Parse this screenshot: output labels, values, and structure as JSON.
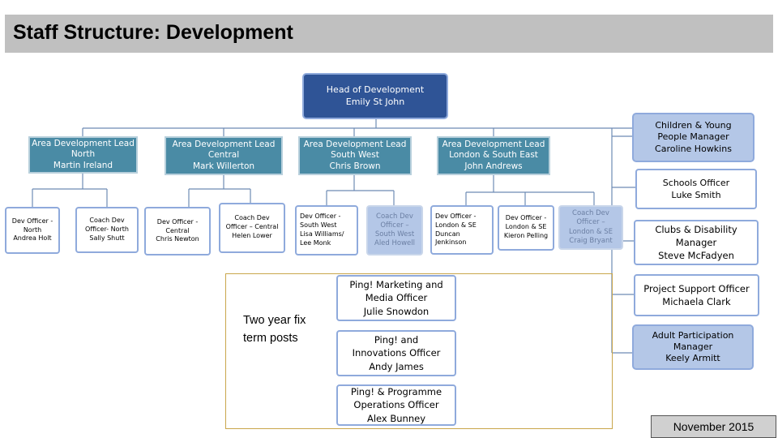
{
  "title": "Staff Structure: Development",
  "head": {
    "role": "Head of Development",
    "name": "Emily St John"
  },
  "area_leads": [
    {
      "role": "Area Development Lead",
      "region": "North",
      "name": "Martin Ireland"
    },
    {
      "role": "Area Development Lead",
      "region": "Central",
      "name": "Mark Willerton"
    },
    {
      "role": "Area Development Lead",
      "region": "South West",
      "name": "Chris Brown"
    },
    {
      "role": "Area Development Lead",
      "region": "London & South East",
      "name": "John Andrews"
    }
  ],
  "officers": [
    {
      "lines": [
        "Dev Officer -",
        "North",
        "Andrea Holt"
      ]
    },
    {
      "lines": [
        "Coach Dev",
        "Officer- North",
        "Sally Shutt"
      ]
    },
    {
      "lines": [
        "Dev Officer -",
        "Central",
        "Chris Newton"
      ]
    },
    {
      "lines": [
        "Coach Dev",
        "Officer – Central",
        "Helen Lower"
      ]
    },
    {
      "lines": [
        "Dev Officer -",
        "South West",
        "Lisa Williams/",
        "Lee Monk"
      ]
    },
    {
      "lines": [
        "Coach Dev",
        "Officer –",
        "South West",
        "Aled Howell"
      ]
    },
    {
      "lines": [
        "Dev Officer -",
        "London & SE",
        "Duncan Jenkinson"
      ]
    },
    {
      "lines": [
        "Dev Officer -",
        "London & SE",
        "Kieron Pelling"
      ]
    },
    {
      "lines": [
        "Coach Dev",
        "Officer –",
        "London & SE",
        "Craig Bryant"
      ]
    }
  ],
  "right_column": [
    {
      "lines": [
        "Children & Young",
        "People Manager",
        "Caroline Howkins"
      ]
    },
    {
      "lines": [
        "Schools Officer",
        "Luke Smith"
      ]
    },
    {
      "lines": [
        "Clubs & Disability",
        "Manager",
        "Steve McFadyen"
      ]
    },
    {
      "lines": [
        "Project Support Officer",
        "Michaela Clark"
      ]
    },
    {
      "lines": [
        "Adult Participation",
        "Manager",
        "Keely Armitt"
      ]
    }
  ],
  "ping": [
    {
      "lines": [
        "Ping! Marketing and",
        "Media Officer",
        "Julie Snowdon"
      ]
    },
    {
      "lines": [
        "Ping! and",
        "Innovations Officer",
        "Andy James"
      ]
    },
    {
      "lines": [
        "Ping! & Programme",
        "Operations Officer",
        "Alex Bunney"
      ]
    }
  ],
  "note": {
    "line1": "Two year fix",
    "line2": "term posts"
  },
  "date": "November 2015"
}
